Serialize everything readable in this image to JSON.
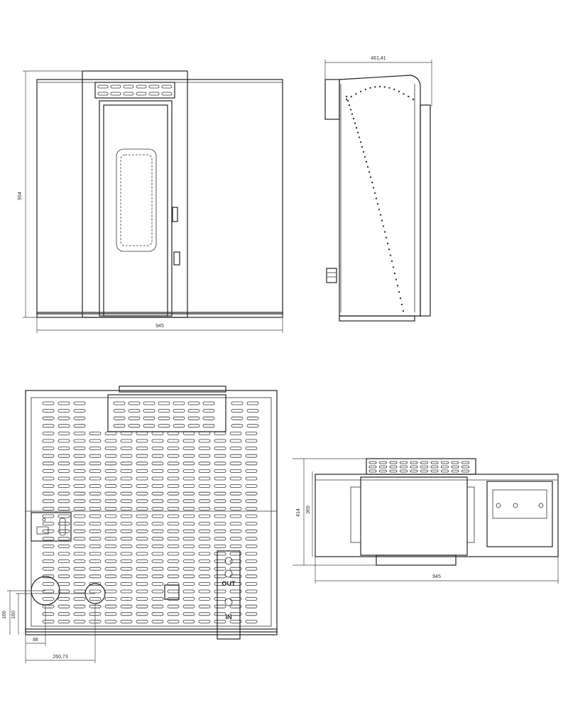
{
  "dimensions": {
    "front_height": "954",
    "front_width": "945",
    "side_depth": "461,41",
    "plan_width": "945",
    "plan_depth_outer": "414",
    "plan_depth_inner": "369",
    "rear_offset_vertical_a": "166",
    "rear_offset_vertical_b": "160",
    "rear_offset_horizontal_a": "88",
    "rear_offset_horizontal_b": "260,73"
  },
  "labels": {
    "outlet": "OUT",
    "inlet": "IN"
  },
  "colors": {
    "line": "#222222",
    "background": "#ffffff"
  }
}
